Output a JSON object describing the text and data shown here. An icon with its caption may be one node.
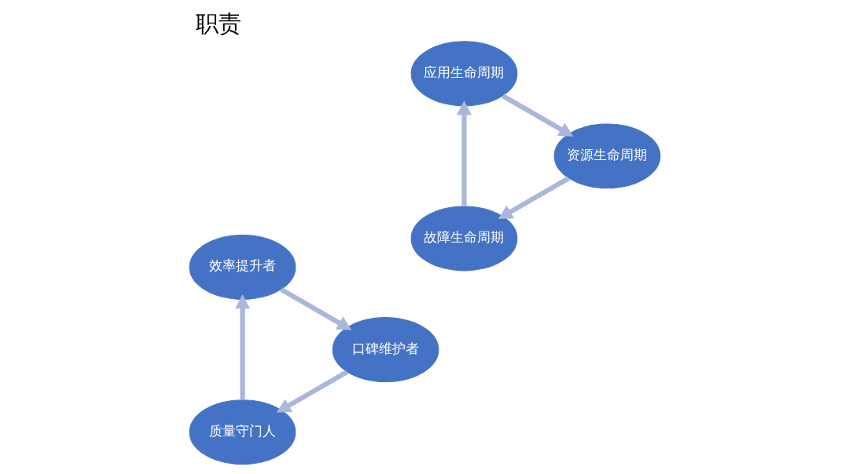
{
  "diagram": {
    "title": "职责",
    "nodes": [
      {
        "text": [
          "质量守门人"
        ]
      },
      {
        "text": [
          "效率提升者"
        ]
      },
      {
        "text": [
          "口碑维护者"
        ]
      },
      {
        "text": [
          "故障生命周期"
        ]
      },
      {
        "text": [
          "应用生命周期"
        ]
      },
      {
        "text": [
          "资源生命周期"
        ]
      }
    ],
    "edges": [
      {
        "from": 0,
        "to": 1,
        "arrow": "to"
      },
      {
        "from": 1,
        "to": 2,
        "arrow": "to"
      },
      {
        "from": 2,
        "to": 0,
        "arrow": "to"
      },
      {
        "from": 3,
        "to": 4,
        "arrow": "to"
      },
      {
        "from": 4,
        "to": 5,
        "arrow": "to"
      },
      {
        "from": 5,
        "to": 3,
        "arrow": "to"
      }
    ]
  }
}
